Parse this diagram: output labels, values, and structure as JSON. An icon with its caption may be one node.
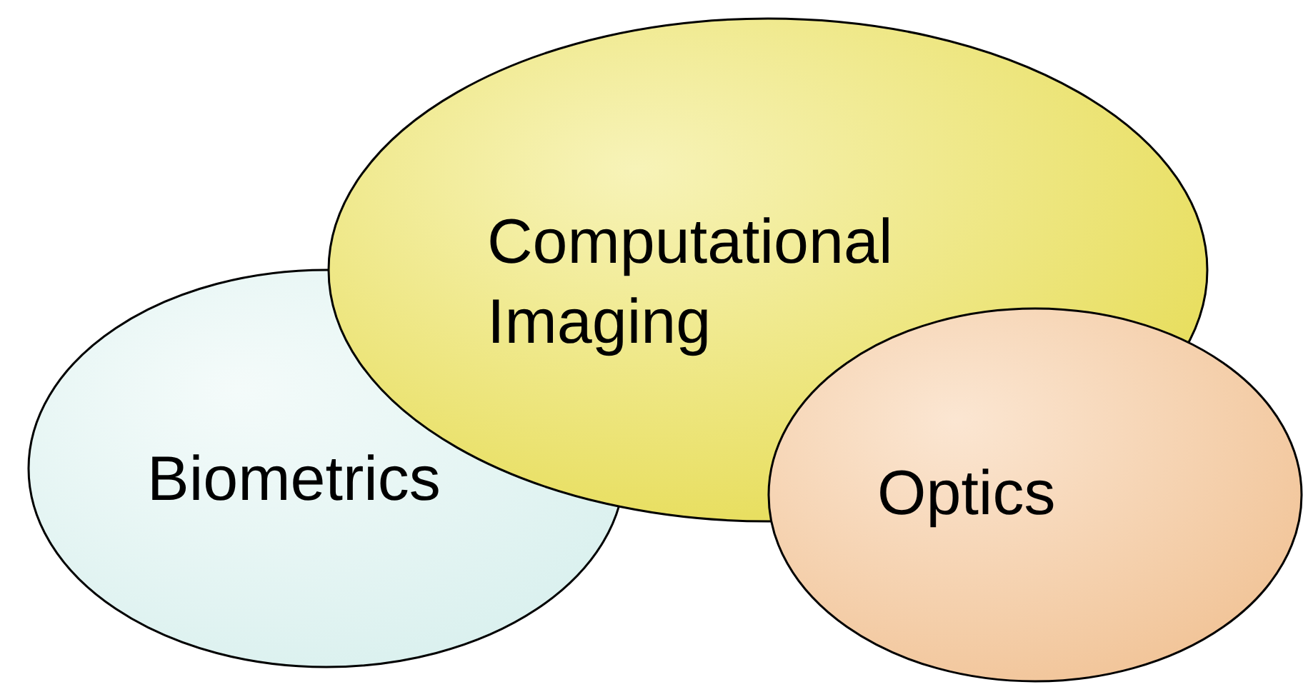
{
  "diagram": {
    "nodes": [
      {
        "text": [
          "Computational Imaging"
        ]
      },
      {
        "text": [
          "Biometrics"
        ]
      },
      {
        "text": [
          "Optics"
        ]
      }
    ]
  }
}
